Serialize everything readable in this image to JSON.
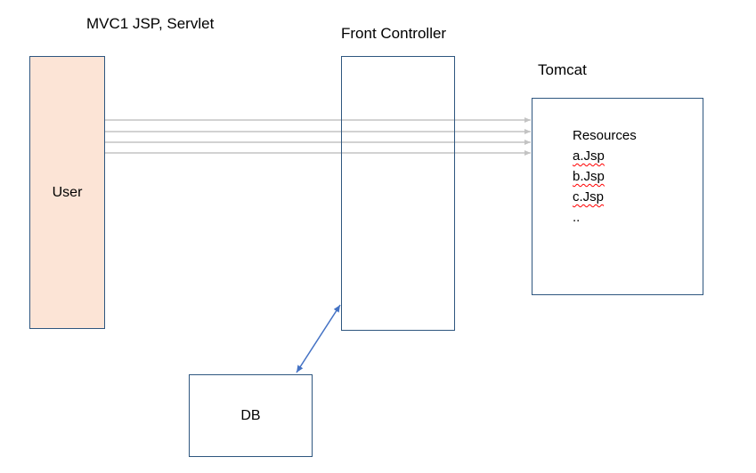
{
  "diagram": {
    "title": "MVC1 JSP, Servlet",
    "nodes": {
      "user": {
        "label": "User"
      },
      "front_controller": {
        "label": "Front Controller"
      },
      "tomcat": {
        "label": "Tomcat",
        "resources": [
          {
            "text": "Resources",
            "misspelled": false
          },
          {
            "text": "a.Jsp",
            "misspelled": true
          },
          {
            "text": "b.Jsp",
            "misspelled": true
          },
          {
            "text": "c.Jsp",
            "misspelled": true
          },
          {
            "text": "..",
            "misspelled": false
          }
        ]
      },
      "db": {
        "label": "DB"
      }
    },
    "edges": {
      "request_arrows_count": 4,
      "request_arrows_direction": "user-to-tomcat",
      "db_arrow_direction": "front-controller-to-db-bidirectional"
    }
  },
  "colors": {
    "text": "#000000",
    "box_border": "#2e567f",
    "user_fill": "#fce4d6",
    "arrow_gray": "#c3c3c3",
    "arrow_blue": "#4472c4",
    "squiggle": "#ff0000"
  }
}
